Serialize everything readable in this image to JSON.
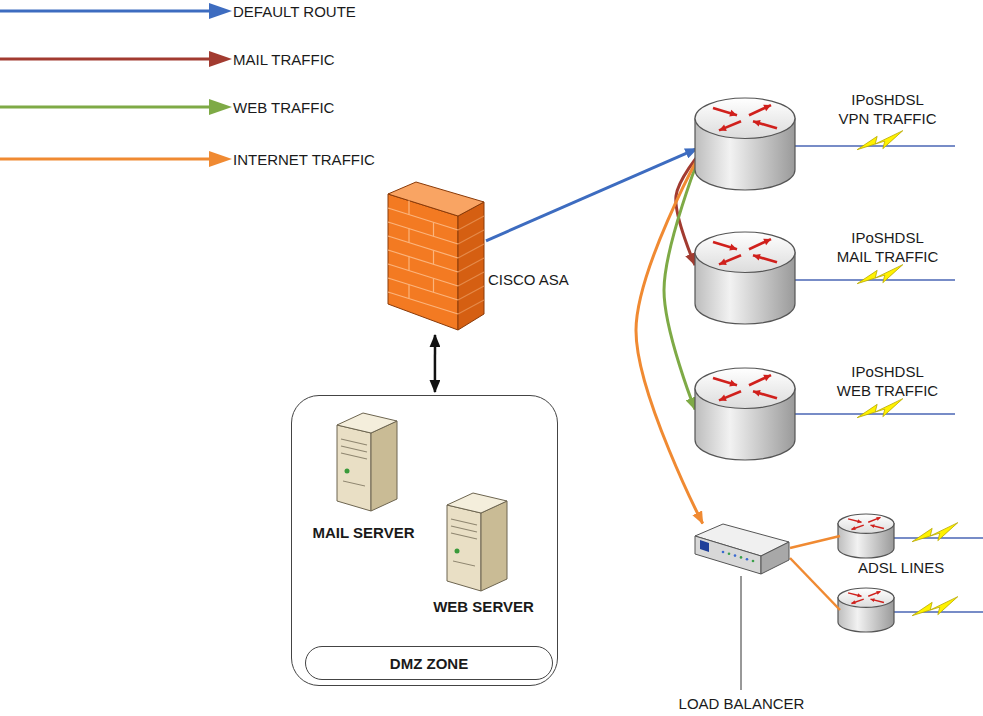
{
  "diagram": {
    "nodes": [
      {
        "text": [
          "CISCO ASA"
        ]
      },
      {
        "text": [
          "IPoSHDSL VPN TRAFFIC"
        ]
      },
      {
        "text": [
          "IPoSHDSL MAIL TRAFFIC"
        ]
      },
      {
        "text": [
          "IPoSHDSL WEB TRAFFIC"
        ]
      },
      {
        "text": [
          "DMZ ZONE"
        ]
      },
      {
        "text": [
          "MAIL SERVER"
        ],
        "in": 4
      },
      {
        "text": [
          "WEB SERVER"
        ],
        "in": 4
      },
      {
        "text": [
          "LOAD BALANCER"
        ]
      }
    ],
    "edges": [
      {
        "from": 0,
        "to": 1,
        "arrow": "to"
      },
      {
        "from": 1,
        "to": 2,
        "arrow": "to"
      },
      {
        "from": 1,
        "to": 3,
        "arrow": "to"
      },
      {
        "from": 1,
        "to": 7,
        "arrow": "to"
      },
      {
        "from": 0,
        "to": 4,
        "arrow": "both"
      }
    ],
    "labels": [
      "ADSL LINES"
    ],
    "legend": [
      {
        "text": "DEFAULT ROUTE",
        "color": "#3d6cc0"
      },
      {
        "text": "MAIL TRAFFIC",
        "color": "#a23b30"
      },
      {
        "text": "WEB TRAFFIC",
        "color": "#7eaa46"
      },
      {
        "text": "INTERNET TRAFFIC",
        "color": "#f08a32"
      }
    ]
  }
}
